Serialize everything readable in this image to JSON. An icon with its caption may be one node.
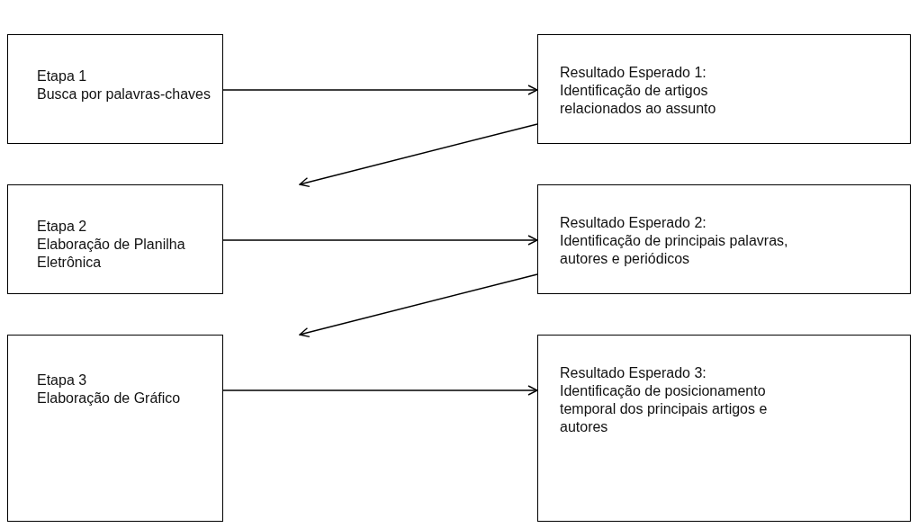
{
  "diagram": {
    "nodes": [
      {
        "text": [
          "Etapa 1",
          "Busca por palavras-chaves"
        ]
      },
      {
        "text": [
          "Resultado Esperado 1:",
          "Identificação de artigos relacionados ao assunto"
        ]
      },
      {
        "text": [
          "Etapa 2",
          "Elaboração de Planilha Eletrônica"
        ]
      },
      {
        "text": [
          "Resultado Esperado 2:",
          "Identificação de principais palavras, autores e periódicos"
        ]
      },
      {
        "text": [
          "Etapa 3",
          "Elaboração de Gráfico"
        ]
      },
      {
        "text": [
          "Resultado Esperado 3:",
          "Identificação de posicionamento temporal dos principais artigos e autores"
        ]
      }
    ],
    "edges": [
      {
        "from": 0,
        "to": 1,
        "arrow": "to"
      },
      {
        "from": 1,
        "to": 2,
        "arrow": "to"
      },
      {
        "from": 2,
        "to": 3,
        "arrow": "to"
      },
      {
        "from": 3,
        "to": 4,
        "arrow": "to"
      },
      {
        "from": 4,
        "to": 5,
        "arrow": "to"
      }
    ]
  }
}
